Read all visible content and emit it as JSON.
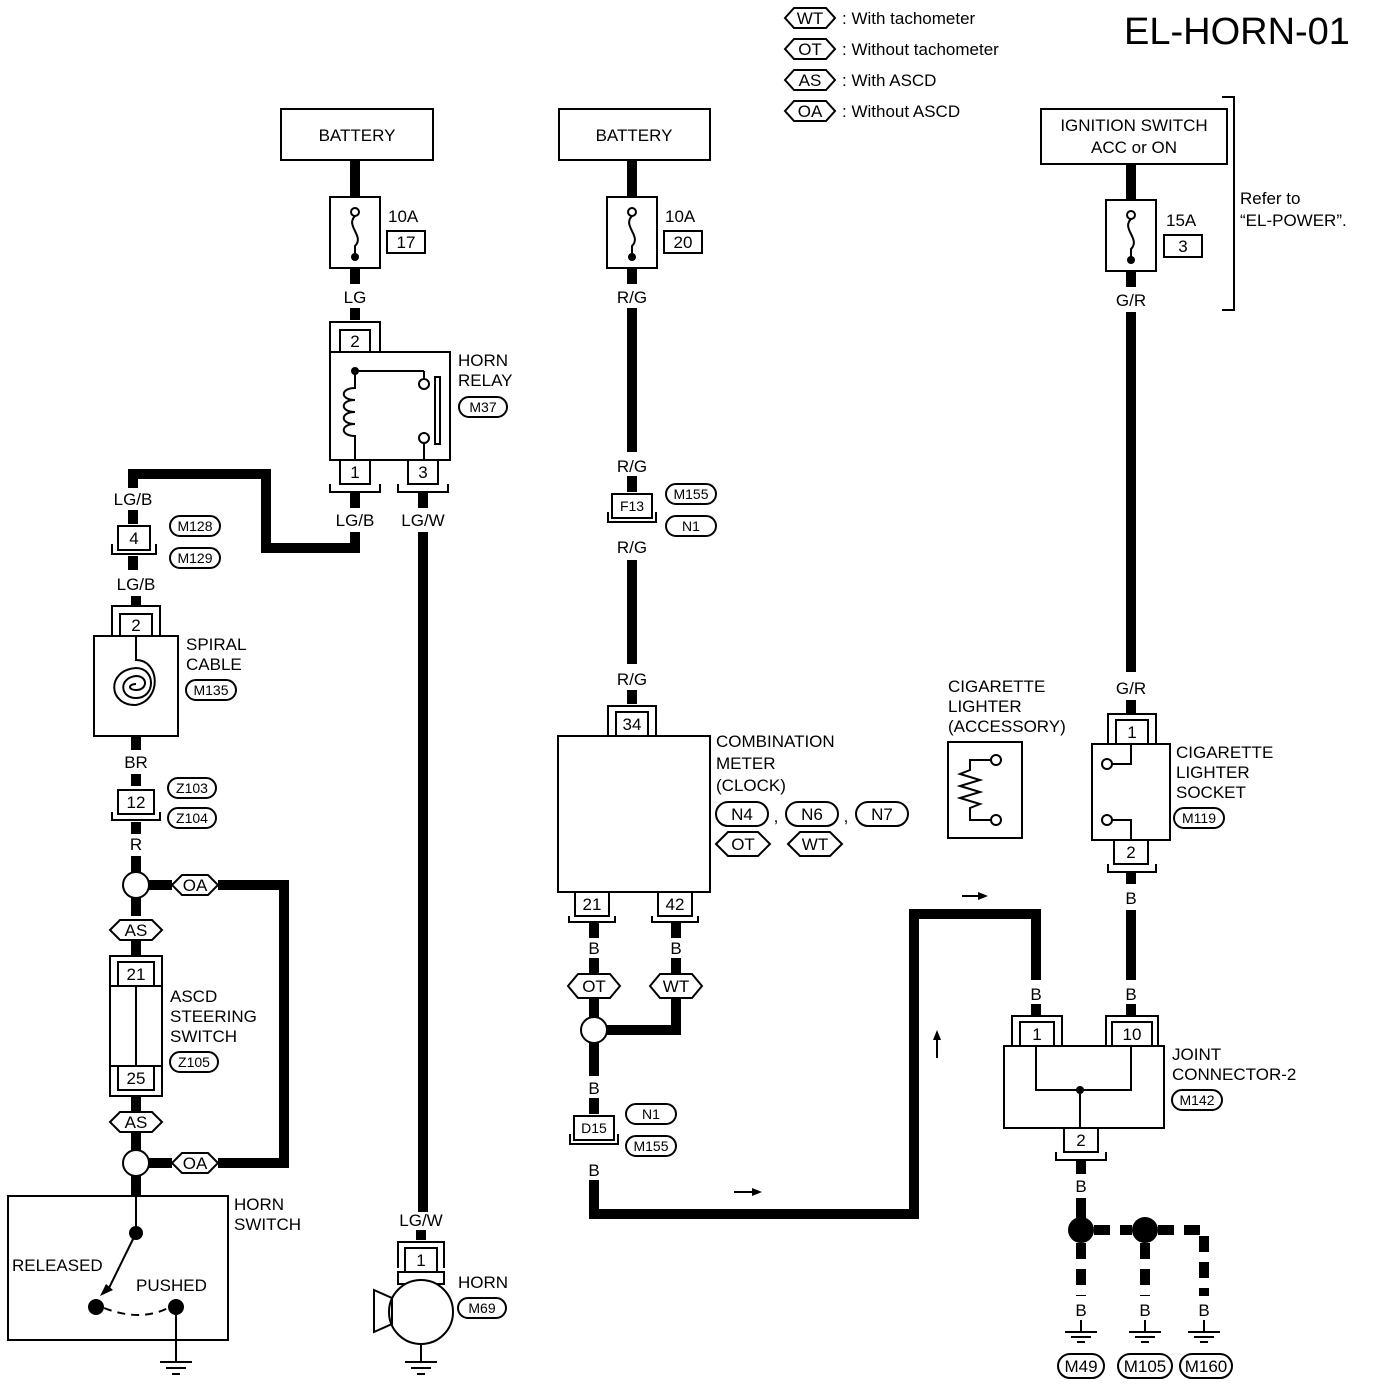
{
  "page_id": "EL-HORN-01",
  "legend": [
    {
      "code": "WT",
      "text": ": With tachometer"
    },
    {
      "code": "OT",
      "text": ": Without tachometer"
    },
    {
      "code": "AS",
      "text": ": With ASCD"
    },
    {
      "code": "OA",
      "text": ": Without ASCD"
    }
  ],
  "sources": {
    "battery_left": "BATTERY",
    "battery_mid": "BATTERY",
    "ignition_line1": "IGNITION SWITCH",
    "ignition_line2": "ACC or ON",
    "refer_line1": "Refer to",
    "refer_line2": "“EL-POWER”."
  },
  "fuses": {
    "f1": {
      "rating": "10A",
      "number": "17"
    },
    "f2": {
      "rating": "10A",
      "number": "20"
    },
    "f3": {
      "rating": "15A",
      "number": "3"
    }
  },
  "wires": {
    "lg": "LG",
    "rg_top": "R/G",
    "gr_top": "G/R",
    "lgb_relay": "LG/B",
    "lgw_relay": "LG/W",
    "lgb_m128": "LG/B",
    "lgb_spiral": "LG/B",
    "br": "BR",
    "r": "R",
    "rg_f13_top": "R/G",
    "rg_f13_bot": "R/G",
    "rg_meter": "R/G",
    "b_21": "B",
    "b_42": "B",
    "b_d15_top": "B",
    "b_d15_bot": "B",
    "lgw_horn": "LG/W",
    "gr_socket": "G/R",
    "b_socket": "B",
    "b_j1": "B",
    "b_j10": "B",
    "b_j2": "B",
    "b_g1": "B",
    "b_g2": "B",
    "b_g3": "B"
  },
  "components": {
    "horn_relay": {
      "line1": "HORN",
      "line2": "RELAY",
      "conn": "M37",
      "pin_top": "2",
      "pin_a": "1",
      "pin_b": "3"
    },
    "m128": {
      "pin": "4",
      "c1": "M128",
      "c2": "M129"
    },
    "spiral": {
      "line1": "SPIRAL",
      "line2": "CABLE",
      "conn": "M135",
      "pin": "2"
    },
    "z103": {
      "pin": "12",
      "c1": "Z103",
      "c2": "Z104"
    },
    "ascd": {
      "line1": "ASCD",
      "line2": "STEERING",
      "line3": "SWITCH",
      "conn": "Z105",
      "pin_top": "21",
      "pin_bot": "25"
    },
    "horn_switch": {
      "line1": "HORN",
      "line2": "SWITCH",
      "released": "RELEASED",
      "pushed": "PUSHED"
    },
    "horn": {
      "label": "HORN",
      "conn": "M69",
      "pin": "1"
    },
    "f13": {
      "pin": "F13",
      "c1": "M155",
      "c2": "N1"
    },
    "meter": {
      "line1": "COMBINATION",
      "line2": "METER",
      "line3": "(CLOCK)",
      "c1": "N4",
      "c2": "N6",
      "c3": "N7",
      "t1": "OT",
      "t2": "WT",
      "sep": ",",
      "pin_top": "34",
      "pin_a": "21",
      "pin_b": "42"
    },
    "d15": {
      "pin": "D15",
      "c1": "N1",
      "c2": "M155"
    },
    "cig_acc": {
      "line1": "CIGARETTE",
      "line2": "LIGHTER",
      "line3": "(ACCESSORY)"
    },
    "cig_socket": {
      "line1": "CIGARETTE",
      "line2": "LIGHTER",
      "line3": "SOCKET",
      "conn": "M119",
      "pin_top": "1",
      "pin_bot": "2"
    },
    "joint": {
      "line1": "JOINT",
      "line2": "CONNECTOR-2",
      "conn": "M142",
      "pin_a": "1",
      "pin_b": "10",
      "pin_c": "2"
    }
  },
  "option_tags": {
    "oa1": "OA",
    "as1": "AS",
    "as2": "AS",
    "oa2": "OA",
    "ot": "OT",
    "wt": "WT"
  },
  "grounds": {
    "g1": "M49",
    "g2": "M105",
    "g3": "M160"
  }
}
